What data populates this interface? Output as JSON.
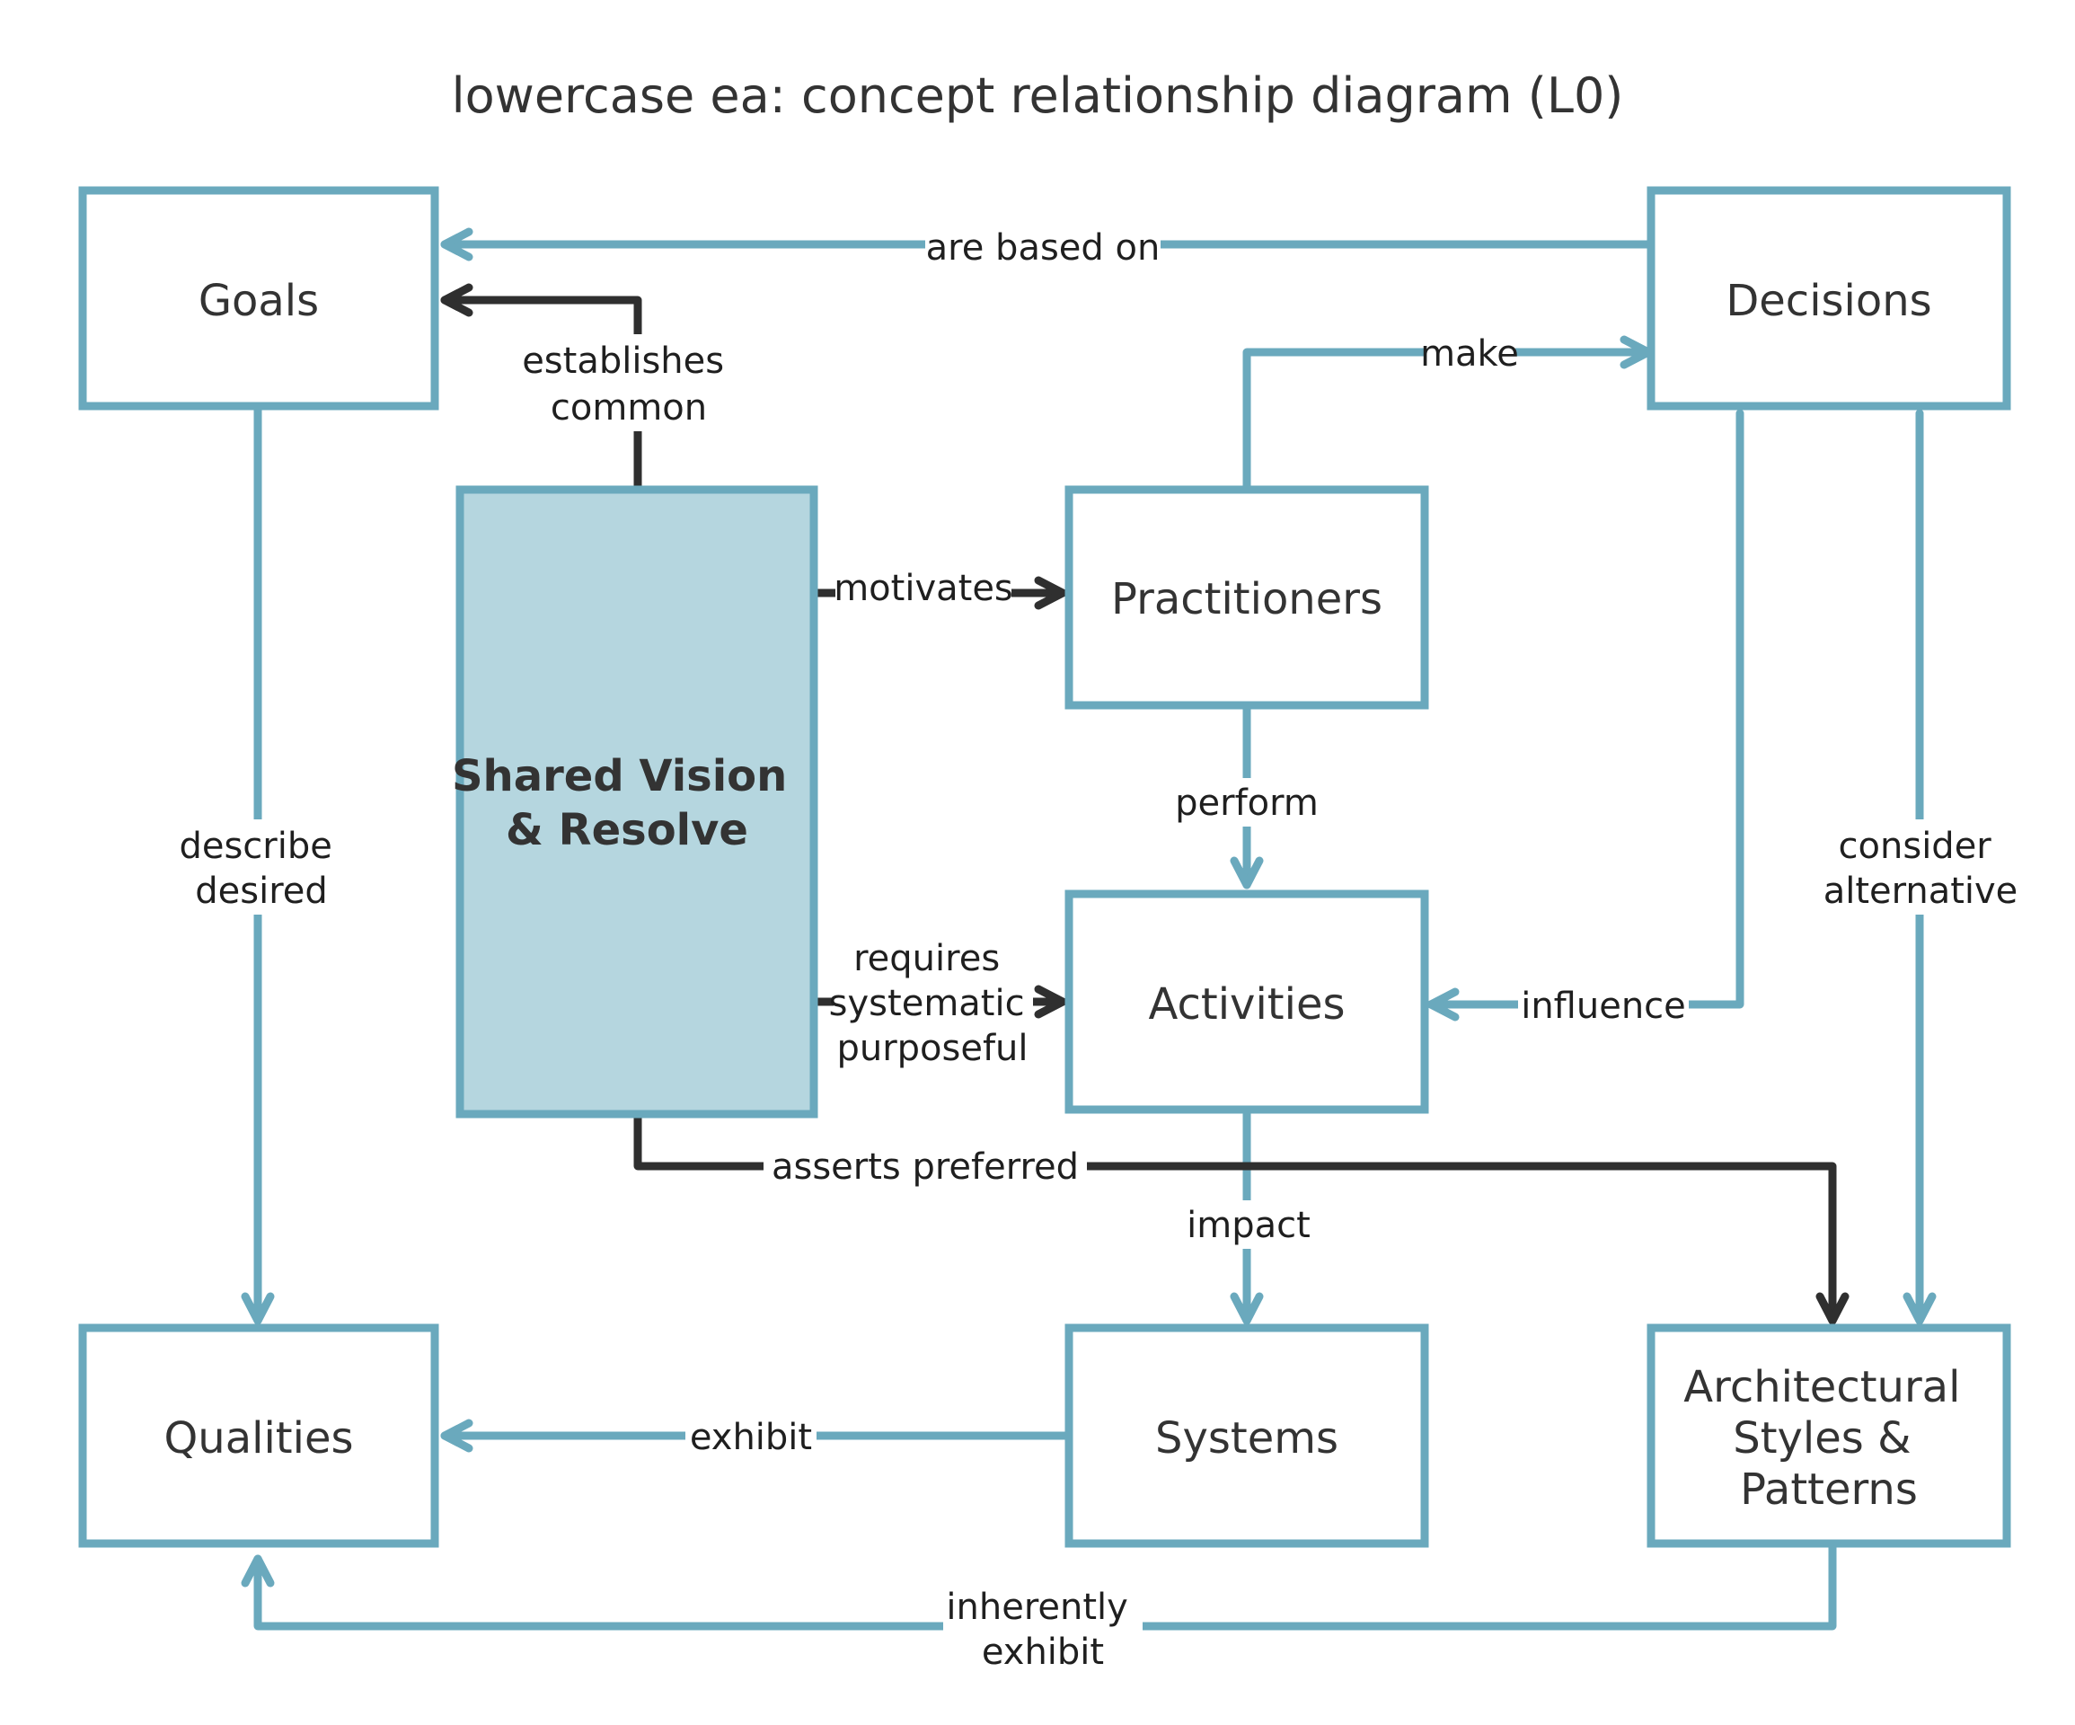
{
  "title": "lowercase ea: concept relationship diagram (L0)",
  "colors": {
    "stroke": "#6aa9bd",
    "dark_edge": "#2f2f2f",
    "text": "#333333",
    "highlight_fill": "#b5d6df",
    "node_fill": "#ffffff",
    "background": "#ffffff"
  },
  "nodes": {
    "goals": "Goals",
    "decisions": "Decisions",
    "vision": [
      "Shared Vision",
      "& Resolve"
    ],
    "practitioners": "Practitioners",
    "activities": "Activities",
    "qualities": "Qualities",
    "systems": "Systems",
    "architectural": [
      "Architectural",
      "Styles &",
      "Patterns"
    ]
  },
  "edges": {
    "are_based_on": [
      "are based on"
    ],
    "establishes_common": [
      "establishes",
      "common"
    ],
    "make": [
      "make"
    ],
    "motivates": [
      "motivates"
    ],
    "perform": [
      "perform"
    ],
    "describe_desired": [
      "describe",
      "desired"
    ],
    "consider_alternative": [
      "consider",
      "alternative"
    ],
    "requires": [
      "requires",
      "systematic",
      "purposeful"
    ],
    "influence": [
      "influence"
    ],
    "asserts_preferred": [
      "asserts preferred"
    ],
    "impact": [
      "impact"
    ],
    "exhibit": [
      "exhibit"
    ],
    "inherently_exhibit": [
      "inherently",
      "exhibit"
    ]
  }
}
